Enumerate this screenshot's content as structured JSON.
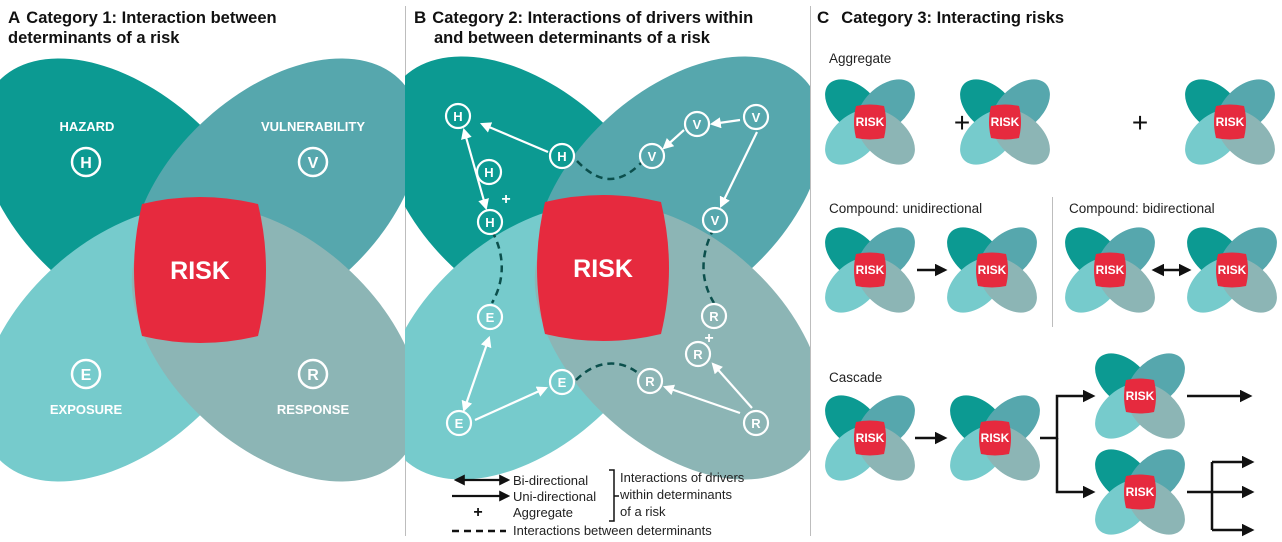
{
  "panels": {
    "a": {
      "label": "A",
      "title_line1": "Category 1: Interaction between",
      "title_line2": "determinants of a risk",
      "risk": "RISK",
      "hazard": "HAZARD",
      "vulnerability": "VULNERABILITY",
      "exposure": "EXPOSURE",
      "response": "RESPONSE",
      "h": "H",
      "v": "V",
      "e": "E",
      "r": "R"
    },
    "b": {
      "label": "B",
      "title_line1": "Category 2: Interactions of drivers within",
      "title_line2": "and between determinants of a risk",
      "risk": "RISK",
      "plus": "+",
      "h": "H",
      "v": "V",
      "e": "E",
      "r": "R",
      "legend": {
        "bi": "Bi-directional",
        "uni": "Uni-directional",
        "agg": "Aggregate",
        "plus": "+",
        "within_1": "Interactions of drivers",
        "within_2": "within determinants",
        "within_3": "of a risk",
        "between": "Interactions between determinants"
      }
    },
    "c": {
      "label": "C",
      "title": "Category 3: Interacting risks",
      "aggregate": "Aggregate",
      "compound_uni": "Compound: unidirectional",
      "compound_bi": "Compound: bidirectional",
      "cascade": "Cascade",
      "plus": "+",
      "risk": "RISK"
    }
  },
  "colors": {
    "hazard": "#0c9a92",
    "vulnerability": "#56a7ad",
    "exposure": "#76cbcc",
    "response": "#8cb5b5",
    "risk": "#e62a3e",
    "node_stroke": "#1a7f7a"
  }
}
